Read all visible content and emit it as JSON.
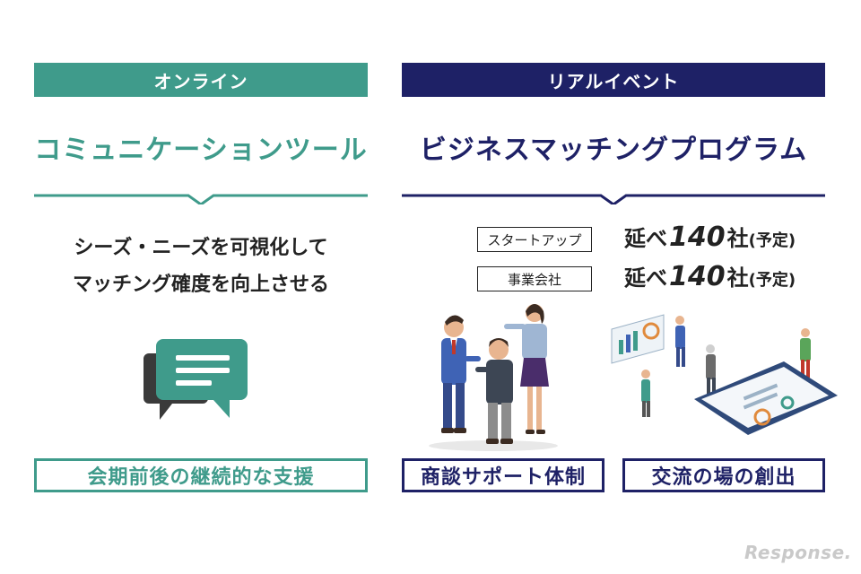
{
  "online": {
    "label": "オンライン",
    "heading": "コミュニケーションツール",
    "desc_lines": [
      "シーズ・ニーズを可視化して",
      "マッチング確度を向上させる"
    ],
    "bottom_label": "会期前後の継続的な支援"
  },
  "real_event": {
    "label": "リアルイベント",
    "heading": "ビジネスマッチングプログラム",
    "rows": [
      {
        "tag": "スタートアップ",
        "prefix": "延べ",
        "number": "140",
        "suffix": "社",
        "note": "(予定)"
      },
      {
        "tag": "事業会社",
        "prefix": "延べ",
        "number": "140",
        "suffix": "社",
        "note": "(予定)"
      }
    ],
    "bottom_labels": [
      "商談サポート体制",
      "交流の場の創出"
    ]
  },
  "watermark": "Response.",
  "colors": {
    "teal": "#3f9b8b",
    "navy": "#1e2166"
  }
}
